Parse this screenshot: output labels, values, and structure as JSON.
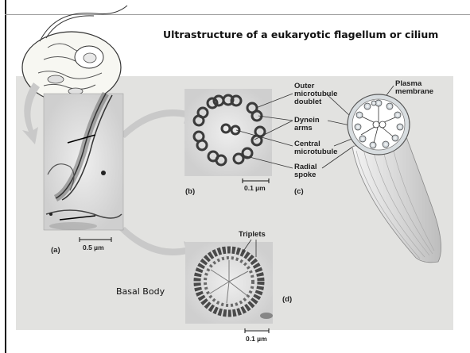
{
  "slide": {
    "title": "Ultrastructure of a eukaryotic flagellum or cilium",
    "basal_body_label": "Basal Body"
  },
  "figure": {
    "panels": {
      "a": "(a)",
      "b": "(b)",
      "c": "(c)",
      "d": "(d)"
    },
    "scale_bars": {
      "a": "0.5 µm",
      "b": "0.1 µm",
      "d": "0.1 µm"
    },
    "labels": {
      "outer_doublet": [
        "Outer",
        "microtubule",
        "doublet"
      ],
      "dynein_arms": [
        "Dynein",
        "arms"
      ],
      "central_microtubule": [
        "Central",
        "microtubule"
      ],
      "radial_spoke": [
        "Radial",
        "spoke"
      ],
      "plasma_membrane": [
        "Plasma",
        "membrane"
      ],
      "triplets": "Triplets"
    }
  }
}
